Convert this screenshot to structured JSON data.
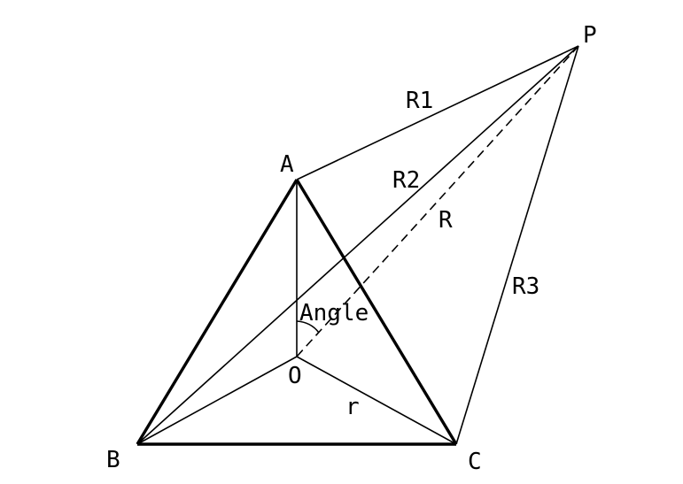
{
  "labels": {
    "p": "P",
    "a": "A",
    "b": "B",
    "c": "C",
    "o": "O",
    "r1": "R1",
    "r2": "R2",
    "r3": "R3",
    "r_big": "R",
    "r_small": "r",
    "angle": "Angle"
  },
  "colors": {
    "stroke": "#000000",
    "background": "#ffffff"
  }
}
